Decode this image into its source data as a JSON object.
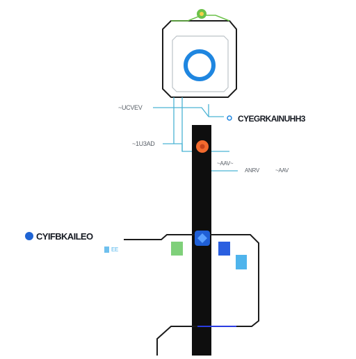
{
  "labels": {
    "top_right_title": "CYEGRKAINUHH3",
    "left_title": "CYIFBKAILEO",
    "left_upper_small": "~UCVEV",
    "left_mid_small": "~1U3AD",
    "right_small_a": "~AAV­~",
    "right_small_b": "ANRV",
    "right_small_c": "~AAV",
    "left_tag": "EE"
  },
  "colors": {
    "line_dark": "#1b1b1b",
    "spine": "#0e0e0e",
    "teal": "#4ab3d4",
    "green": "#6cc24a",
    "accent_blue": "#1f86e0",
    "orange": "#f26a2e",
    "node_blue": "#1f5fd6",
    "square_blue": "#2a5fe0",
    "square_light": "#4fb4ec",
    "square_green": "#7fd07a"
  },
  "icons": {
    "ring": "ring-icon",
    "top_pin": "pin-icon",
    "orange_dot": "orange-node-icon",
    "blue_diamond": "blue-node-icon"
  }
}
